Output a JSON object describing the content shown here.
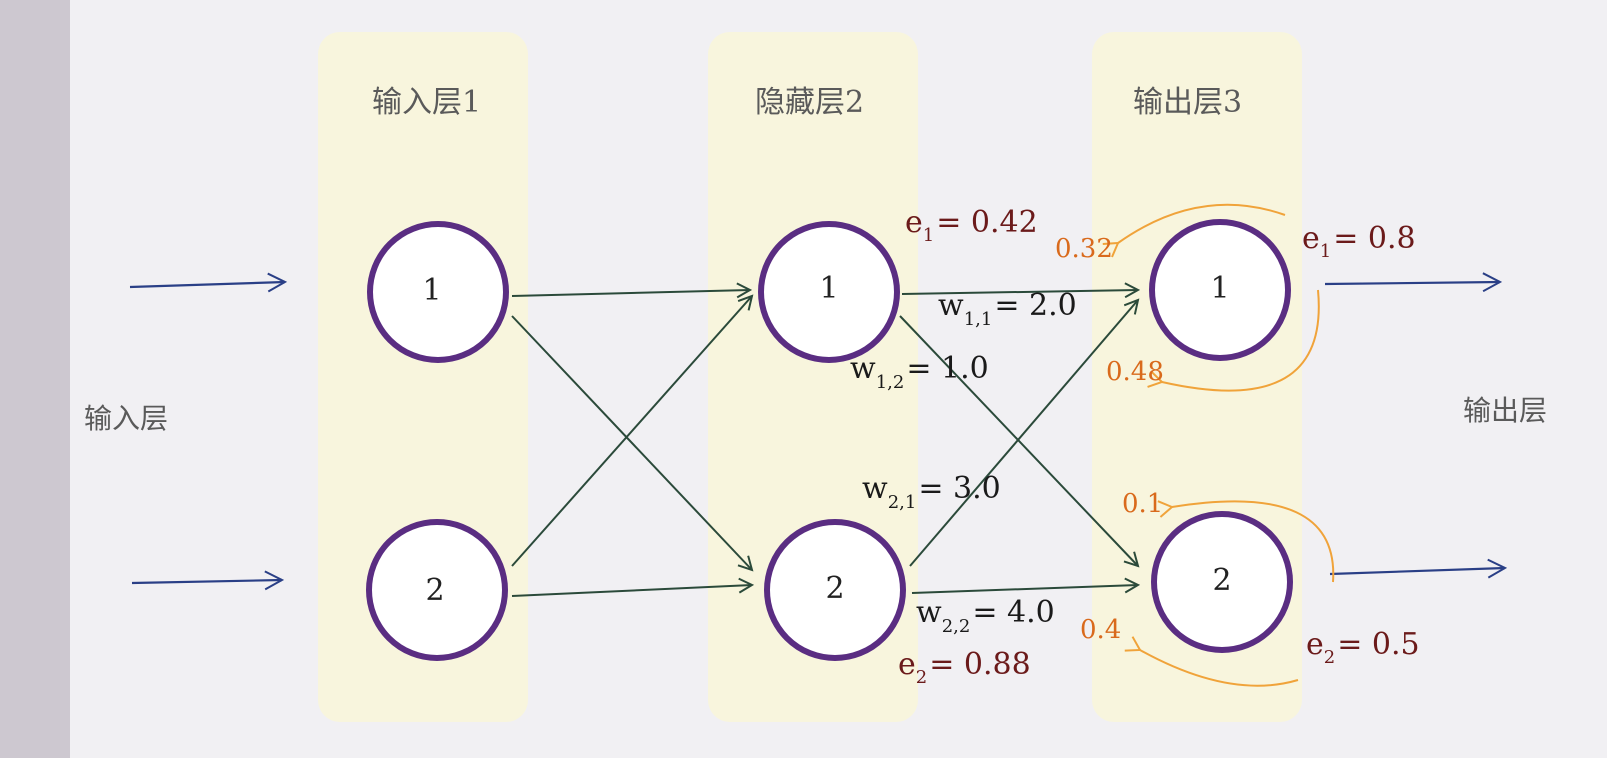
{
  "layers": [
    {
      "title": "输入层1",
      "nodes": [
        "1",
        "2"
      ]
    },
    {
      "title": "隐藏层2",
      "nodes": [
        "1",
        "2"
      ]
    },
    {
      "title": "输出层3",
      "nodes": [
        "1",
        "2"
      ]
    }
  ],
  "side_labels": {
    "left": "输入层",
    "right": "输出层"
  },
  "weights": [
    {
      "base": "w",
      "sub": "1,1",
      "value": "= 2.0"
    },
    {
      "base": "w",
      "sub": "1,2",
      "value": "= 1.0"
    },
    {
      "base": "w",
      "sub": "2,1",
      "value": "= 3.0"
    },
    {
      "base": "w",
      "sub": "2,2",
      "value": "= 4.0"
    }
  ],
  "hidden_errors": [
    {
      "base": "e",
      "sub": "1",
      "value": "= 0.42"
    },
    {
      "base": "e",
      "sub": "2",
      "value": "= 0.88"
    }
  ],
  "output_errors": [
    {
      "base": "e",
      "sub": "1",
      "value": "= 0.8"
    },
    {
      "base": "e",
      "sub": "2",
      "value": "= 0.5"
    }
  ],
  "backprop_shares": [
    "0.32",
    "0.48",
    "0.1",
    "0.4"
  ],
  "colors": {
    "column_bg": "#f8f5dd",
    "node_stroke": "#5a2d82",
    "forward_arrow": "#2b4a3a",
    "io_arrow": "#2a3f86",
    "backprop_arrow": "#f0a33a",
    "error_text": "#6b1a1a",
    "backprop_text": "#d96a1c"
  }
}
